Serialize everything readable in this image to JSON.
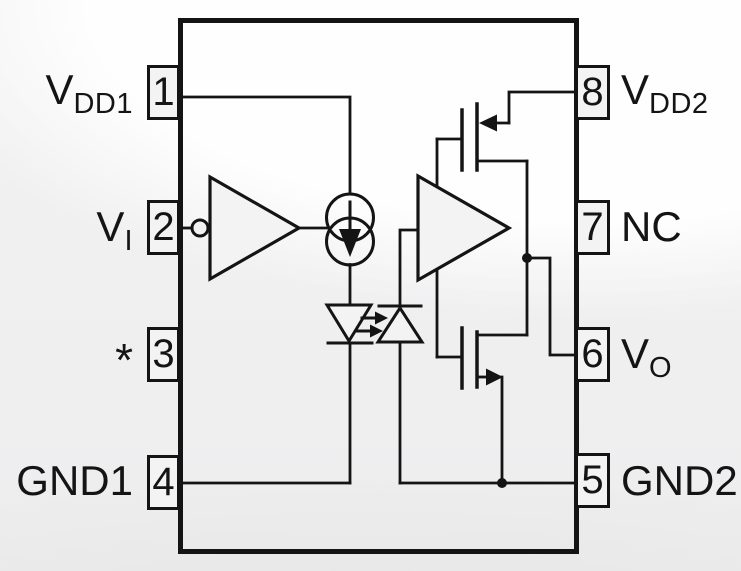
{
  "diagram_title": "",
  "pins": {
    "left": [
      {
        "number": "1",
        "label": "V",
        "label_sub": "DD1"
      },
      {
        "number": "2",
        "label": "V",
        "label_sub": "I"
      },
      {
        "number": "3",
        "label": "*",
        "label_sub": ""
      },
      {
        "number": "4",
        "label": "GND1",
        "label_sub": ""
      }
    ],
    "right": [
      {
        "number": "8",
        "label": "V",
        "label_sub": "DD2"
      },
      {
        "number": "7",
        "label": "NC",
        "label_sub": ""
      },
      {
        "number": "6",
        "label": "V",
        "label_sub": "O"
      },
      {
        "number": "5",
        "label": "GND2",
        "label_sub": ""
      }
    ]
  },
  "symbols": [
    "ic-outline",
    "input-buffer-symbol",
    "current-source-symbol",
    "led-symbol",
    "light-arrows",
    "photodiode-symbol",
    "output-amplifier-symbol",
    "pmos-transistor-symbol",
    "nmos-transistor-symbol"
  ],
  "colors": {
    "line": "#141414",
    "background": "#f1f1f2",
    "symbol_fill": "#f3f3f4"
  }
}
